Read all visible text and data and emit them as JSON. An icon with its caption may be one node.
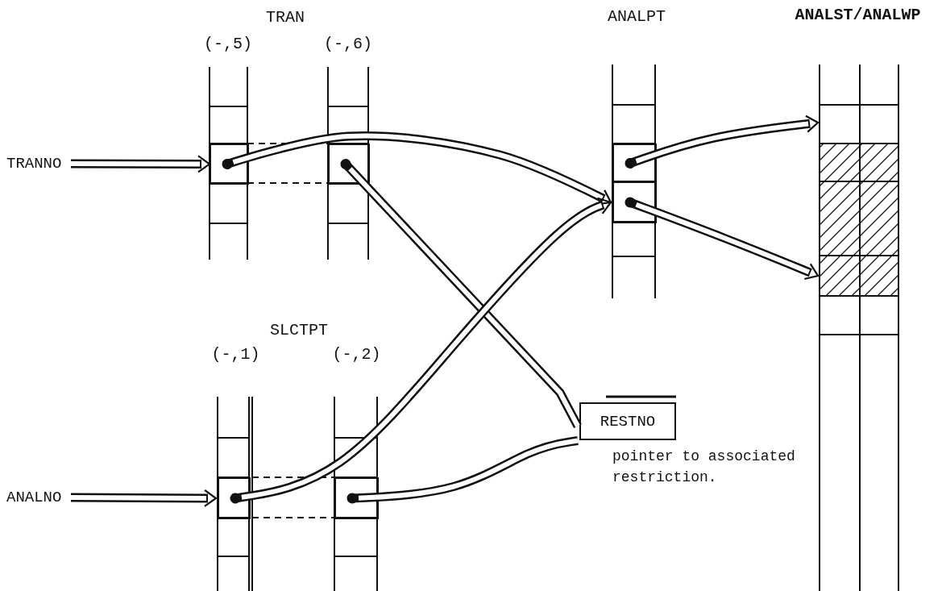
{
  "diagram": {
    "nodes": [
      {
        "text": [
          "TRANNO"
        ]
      },
      {
        "text": [
          "(-,5)"
        ]
      },
      {
        "text": [],
        "shape": "box",
        "in": 1
      },
      {
        "text": [
          "(-,6)"
        ]
      },
      {
        "text": [],
        "shape": "box",
        "in": 3
      },
      {
        "text": [
          "ANALPT"
        ]
      },
      {
        "text": [],
        "shape": "box",
        "in": 5
      },
      {
        "text": [],
        "shape": "box",
        "in": 5
      },
      {
        "text": [
          "ANALST/ANALWP"
        ]
      },
      {
        "text": [
          "ANALNO"
        ]
      },
      {
        "text": [
          "(-,1)"
        ]
      },
      {
        "text": [],
        "shape": "box",
        "in": 10
      },
      {
        "text": [
          "(-,2)"
        ]
      },
      {
        "text": [],
        "shape": "box",
        "in": 12
      },
      {
        "text": [
          "RESTNO"
        ]
      }
    ],
    "edges": [
      {
        "from": 0,
        "to": 2,
        "arrow": "to"
      },
      {
        "from": 2,
        "to": 7,
        "arrow": "to"
      },
      {
        "from": 4,
        "to": 14,
        "arrow": "other"
      },
      {
        "from": 6,
        "to": 8,
        "arrow": "to"
      },
      {
        "from": 7,
        "to": 8,
        "arrow": "to"
      },
      {
        "from": 9,
        "to": 11,
        "arrow": "to"
      },
      {
        "from": 11,
        "to": 7,
        "arrow": "to"
      },
      {
        "from": 13,
        "to": 14,
        "arrow": "other"
      }
    ],
    "labels": [
      "TRAN",
      "SLCTPT",
      "pointer to associated restriction."
    ]
  }
}
